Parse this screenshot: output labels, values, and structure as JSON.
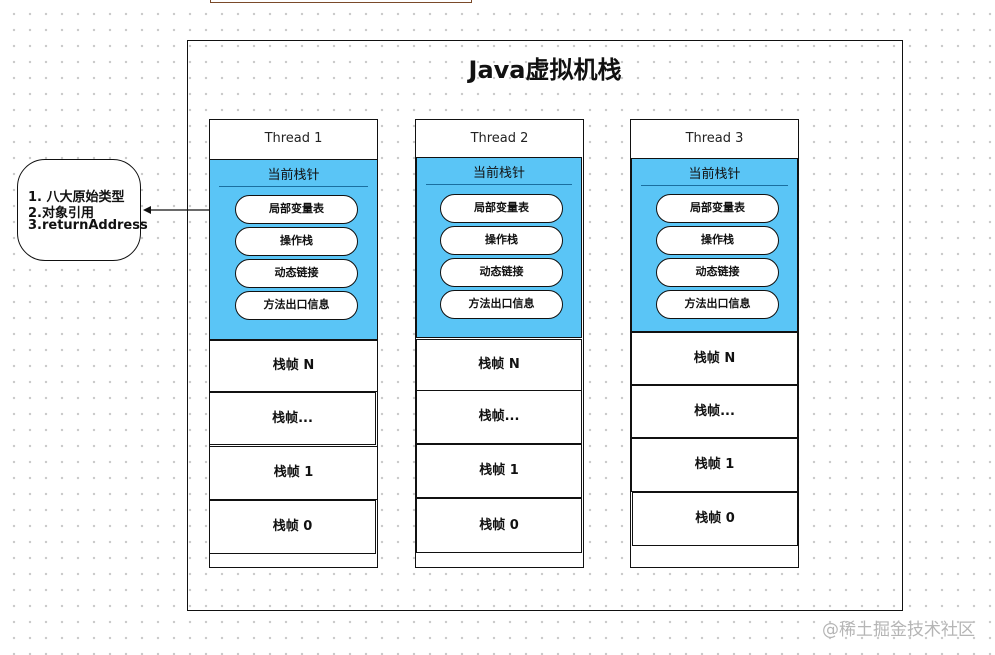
{
  "title": "Java虚拟机栈",
  "legend": {
    "lines": [
      "1. 八大原始类型",
      "2.对象引用",
      "3.returnAddress"
    ]
  },
  "threads": [
    {
      "label": "Thread 1",
      "current_frame": "当前栈针",
      "parts": [
        "局部变量表",
        "操作栈",
        "动态链接",
        "方法出口信息"
      ],
      "frames": [
        "栈帧 N",
        "栈帧...",
        "栈帧 1",
        "栈帧 0"
      ]
    },
    {
      "label": "Thread 2",
      "current_frame": "当前栈针",
      "parts": [
        "局部变量表",
        "操作栈",
        "动态链接",
        "方法出口信息"
      ],
      "frames": [
        "栈帧 N",
        "栈帧...",
        "栈帧 1",
        "栈帧 0"
      ]
    },
    {
      "label": "Thread 3",
      "current_frame": "当前栈针",
      "parts": [
        "局部变量表",
        "操作栈",
        "动态链接",
        "方法出口信息"
      ],
      "frames": [
        "栈帧 N",
        "栈帧...",
        "栈帧 1",
        "栈帧 0"
      ]
    }
  ],
  "watermark": "@稀土掘金技术社区",
  "colors": {
    "current_frame_fill": "#5ac5f6",
    "border": "#111111"
  }
}
